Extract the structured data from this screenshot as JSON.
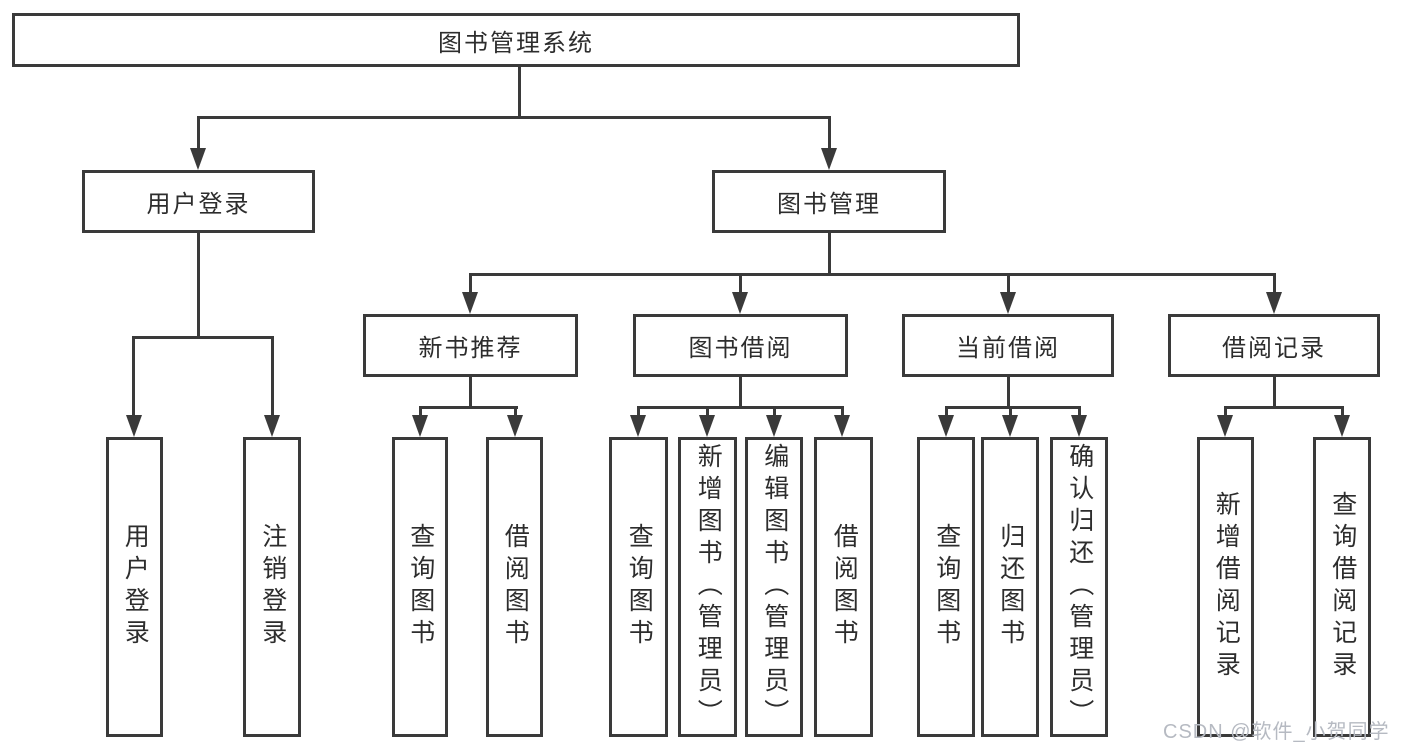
{
  "diagram": {
    "root": {
      "label": "图书管理系统"
    },
    "branches": [
      {
        "label": "用户登录",
        "children": [
          {
            "label": "用户登录"
          },
          {
            "label": "注销登录"
          }
        ]
      },
      {
        "label": "图书管理",
        "children": [
          {
            "label": "新书推荐",
            "children": [
              {
                "label": "查询图书"
              },
              {
                "label": "借阅图书"
              }
            ]
          },
          {
            "label": "图书借阅",
            "children": [
              {
                "label": "查询图书"
              },
              {
                "label": "新增图书（管理员）"
              },
              {
                "label": "编辑图书（管理员）"
              },
              {
                "label": "借阅图书"
              }
            ]
          },
          {
            "label": "当前借阅",
            "children": [
              {
                "label": "查询图书"
              },
              {
                "label": "归还图书"
              },
              {
                "label": "确认归还（管理员）"
              }
            ]
          },
          {
            "label": "借阅记录",
            "children": [
              {
                "label": "新增借阅记录"
              },
              {
                "label": "查询借阅记录"
              }
            ]
          }
        ]
      }
    ]
  },
  "watermark": {
    "text": "CSDN @软件_小贺同学"
  },
  "colors": {
    "line": "#3a3a3a",
    "text": "#2d2d2d",
    "background": "#ffffff",
    "watermark": "#b6bac2"
  }
}
